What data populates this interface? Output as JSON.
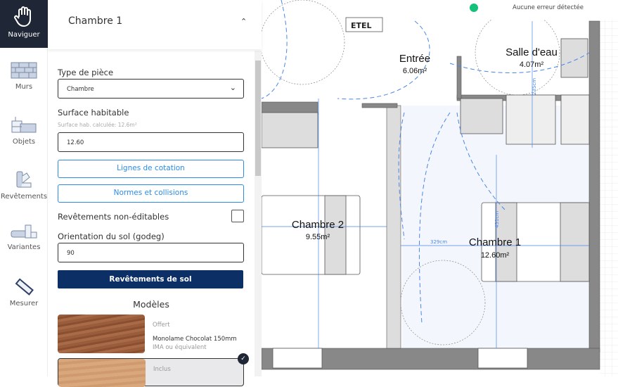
{
  "rail": [
    {
      "label": "Naviguer",
      "icon": "hand-icon"
    },
    {
      "label": "Murs",
      "icon": "brick-wall-icon"
    },
    {
      "label": "Objets",
      "icon": "furniture-icon"
    },
    {
      "label": "Revêtements",
      "icon": "swatch-icon"
    },
    {
      "label": "Variantes",
      "icon": "variants-icon"
    },
    {
      "label": "Mesurer",
      "icon": "ruler-icon"
    }
  ],
  "panel": {
    "title": "Chambre 1",
    "room_type_label": "Type de pièce",
    "room_type_value": "Chambre",
    "surface_label": "Surface habitable",
    "surface_hint": "Surface hab. calculée: 12.6m²",
    "surface_value": "12.60",
    "cotation_btn": "Lignes de cotation",
    "normes_btn": "Normes et collisions",
    "non_editable_label": "Revêtements non-éditables",
    "non_editable_checked": false,
    "orientation_label": "Orientation du sol (godeg)",
    "orientation_value": "90",
    "sol_btn": "Revêtements de sol",
    "models_title": "Modèles",
    "models": [
      {
        "tag": "Offert",
        "name": "Monolame Chocolat 150mm",
        "sub": "IMA ou équivalent",
        "selected": false
      },
      {
        "tag": "Inclus",
        "selected": true
      }
    ]
  },
  "status": {
    "text": "Aucune erreur détectée",
    "color": "#13c17a"
  },
  "plan": {
    "rooms": [
      {
        "name": "Entrée",
        "area": "6.06m²"
      },
      {
        "name": "Salle d'eau",
        "area": "4.07m²"
      },
      {
        "name": "Chambre 2",
        "area": "9.55m²"
      },
      {
        "name": "Chambre 1",
        "area": "12.60m²"
      }
    ],
    "etel": "ETEL",
    "dims": [
      "235cm",
      "431cm",
      "329cm"
    ]
  }
}
